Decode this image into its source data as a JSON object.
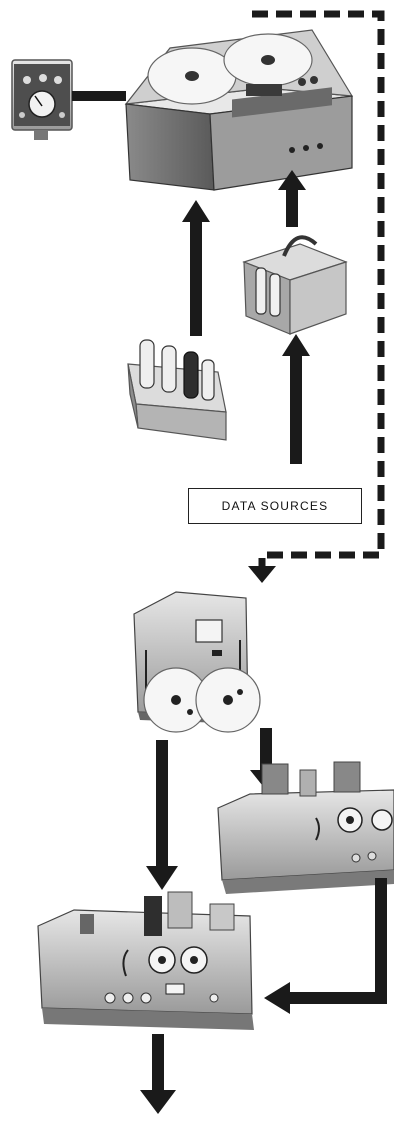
{
  "diagram": {
    "source_label": "DATA SOURCES",
    "colors": {
      "arrow": "#1a1a1a",
      "dashed_line": "#1a1a1a",
      "equipment_light": "#d9d9d9",
      "equipment_mid": "#a8a8a8",
      "equipment_dark": "#4a4a4a",
      "reel": "#f2f2f2"
    },
    "components": [
      {
        "id": "indicator-meter",
        "icon": "meter-panel-icon"
      },
      {
        "id": "tape-recorder",
        "icon": "tape-recorder-icon"
      },
      {
        "id": "signal-conditioner",
        "icon": "amplifier-module-icon"
      },
      {
        "id": "transducer-module",
        "icon": "transducer-box-icon"
      },
      {
        "id": "tape-playback",
        "icon": "tape-playback-icon"
      },
      {
        "id": "demodulator-unit",
        "icon": "chassis-unit-icon"
      },
      {
        "id": "discriminator-unit",
        "icon": "chassis-unit-icon"
      }
    ]
  }
}
